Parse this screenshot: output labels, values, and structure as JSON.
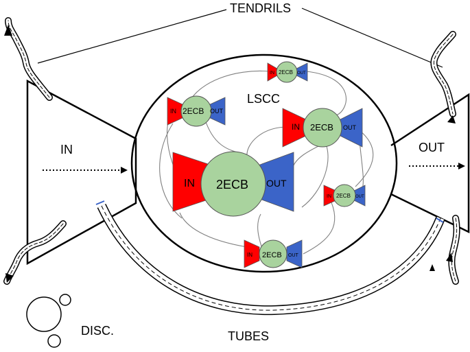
{
  "labels": {
    "tendrils": "TENDRILS",
    "lscc": "LSCC",
    "in_region": "IN",
    "out_region": "OUT",
    "tubes": "TUBES",
    "disc": "DISC."
  },
  "nodes": [
    {
      "id": "big",
      "in": "IN",
      "core": "2ECB",
      "out": "OUT"
    },
    {
      "id": "right",
      "in": "IN",
      "core": "2ECB",
      "out": "OUT"
    },
    {
      "id": "left",
      "in": "IN",
      "core": "2ECB",
      "out": "OUT"
    },
    {
      "id": "top",
      "in": "IN",
      "core": "2ECB",
      "out": "OUT"
    },
    {
      "id": "small-r",
      "in": "IN",
      "core": "2ECB",
      "out": "OUT"
    },
    {
      "id": "bottom",
      "in": "IN",
      "core": "2ECB",
      "out": "OUT"
    }
  ],
  "colors": {
    "in_fill": "#ff0000",
    "out_fill": "#3b64c8",
    "core_fill": "#a9d39e",
    "line": "#000000",
    "thin_line": "#808080"
  }
}
